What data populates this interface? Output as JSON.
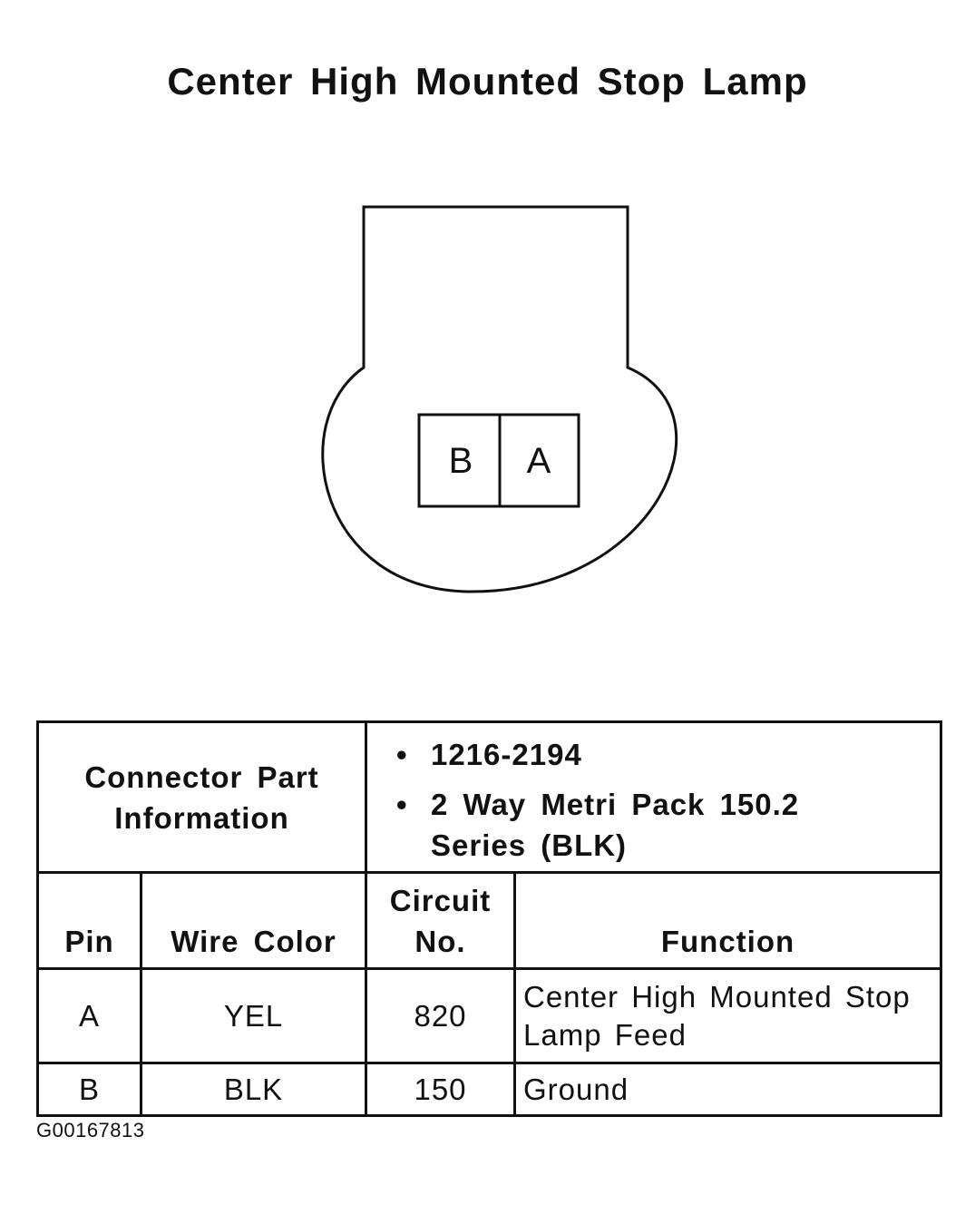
{
  "title": "Center High Mounted Stop Lamp",
  "connector": {
    "pins": [
      "B",
      "A"
    ]
  },
  "table": {
    "part_info_label": "Connector Part Information",
    "part_info": [
      "1216-2194",
      "2 Way Metri Pack 150.2 Series (BLK)"
    ],
    "headers": {
      "pin": "Pin",
      "wire_color": "Wire Color",
      "circuit": "Circuit No.",
      "function": "Function"
    },
    "rows": [
      {
        "pin": "A",
        "wire_color": "YEL",
        "circuit": "820",
        "function": "Center High Mounted Stop Lamp Feed"
      },
      {
        "pin": "B",
        "wire_color": "BLK",
        "circuit": "150",
        "function": "Ground"
      }
    ]
  },
  "figure_id": "G00167813"
}
